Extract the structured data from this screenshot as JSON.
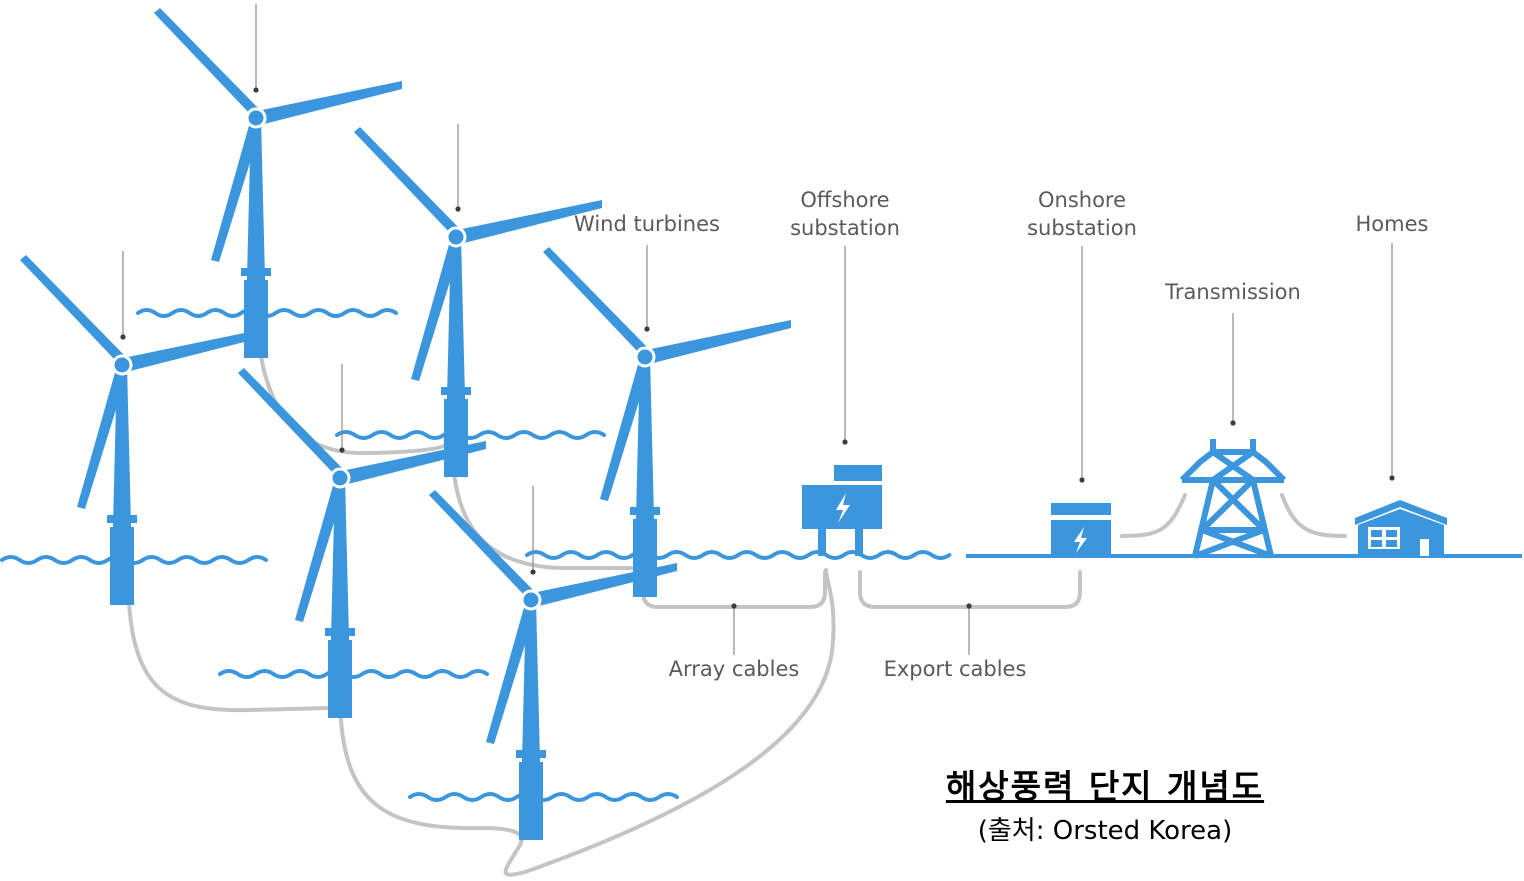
{
  "labels": {
    "wind_turbines": "Wind turbines",
    "offshore_substation_line1": "Offshore",
    "offshore_substation_line2": "substation",
    "onshore_substation_line1": "Onshore",
    "onshore_substation_line2": "substation",
    "transmission": "Transmission",
    "homes": "Homes",
    "array_cables": "Array cables",
    "export_cables": "Export cables"
  },
  "caption": {
    "title": "해상풍력 단지 개념도",
    "source": "(출처: Orsted Korea)"
  },
  "colors": {
    "accent_blue": "#3b96dd",
    "cable_gray": "#c4c4c4",
    "label_gray": "#5a5a5a"
  }
}
